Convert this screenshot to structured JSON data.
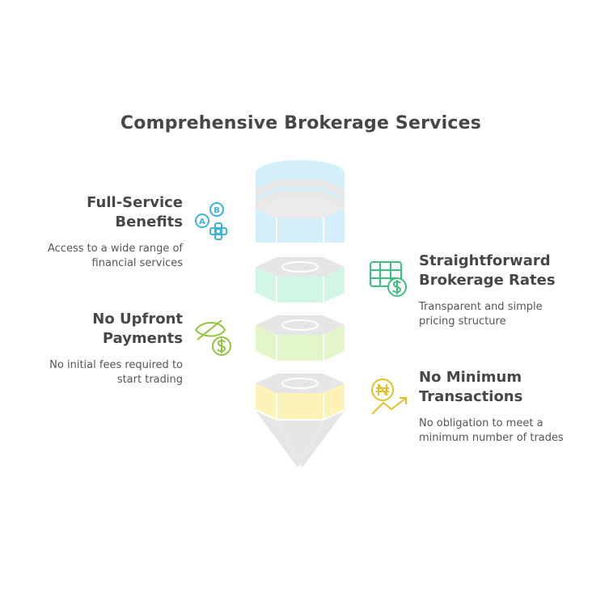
{
  "title": "Comprehensive Brokerage Services",
  "items": [
    {
      "heading_line1": "Full-Service",
      "heading_line2": "Benefits",
      "description_line1": "Access to a wide range of",
      "description_line2": "financial services",
      "icon": "abc-blocks-icon",
      "color": "#3db4dc"
    },
    {
      "heading_line1": "Straightforward",
      "heading_line2": "Brokerage Rates",
      "description_line1": "Transparent and simple",
      "description_line2": "pricing structure",
      "icon": "spreadsheet-dollar-icon",
      "color": "#3dbf7e"
    },
    {
      "heading_line1": "No Upfront",
      "heading_line2": "Payments",
      "description_line1": "No initial fees required to",
      "description_line2": "start trading",
      "icon": "no-cash-dollar-icon",
      "color": "#8fc43c"
    },
    {
      "heading_line1": "No Minimum",
      "heading_line2": "Transactions",
      "description_line1": "No obligation to meet a",
      "description_line2": "minimum number of trades",
      "icon": "naira-growth-icon",
      "color": "#e0c12a"
    }
  ],
  "icon_letters": {
    "a": "A",
    "b": "B"
  },
  "segment_colors": [
    "#d3f0fa",
    "#d1f6e4",
    "#e3f6c9",
    "#fdf2b8"
  ]
}
